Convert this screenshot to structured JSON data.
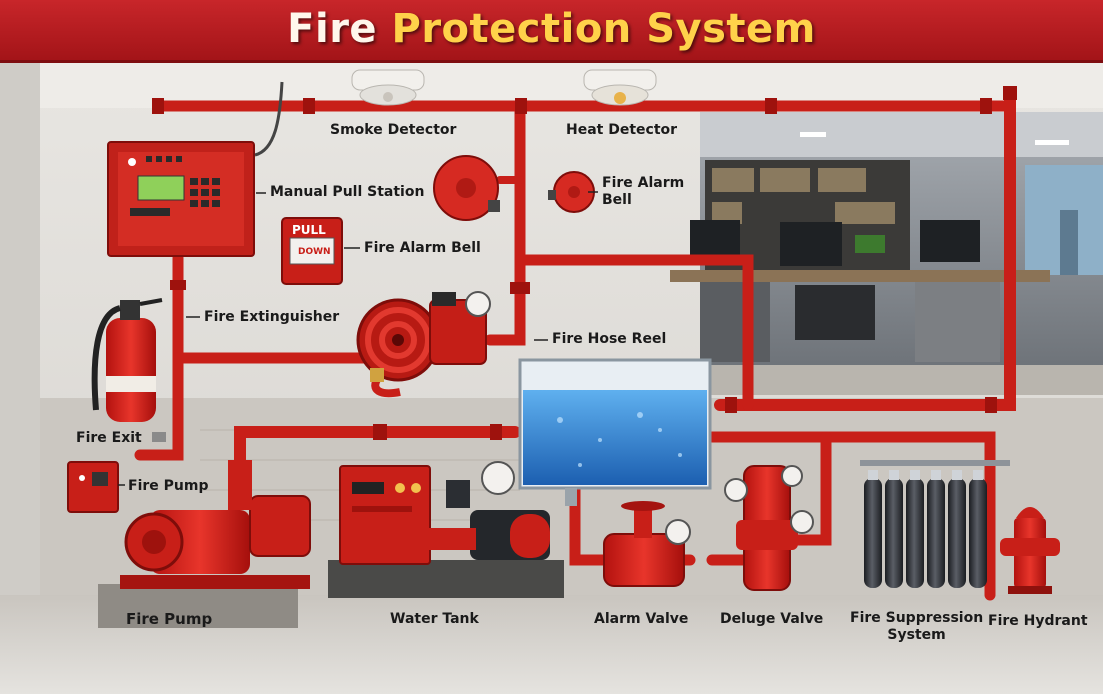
{
  "title": {
    "part1": "Fire ",
    "part2": "Protection System"
  },
  "components": {
    "smoke_detector": "Smoke Detector",
    "heat_detector": "Heat Detector",
    "manual_pull_station": "Manual Pull Station",
    "fire_alarm_bell_upper": "Fire Alarm\nBell",
    "fire_alarm_bell_lower": "Fire Alarm Bell",
    "fire_extinguisher": "Fire Extinguisher",
    "fire_hose_reel": "Fire Hose Reel",
    "fire_exit": "Fire Exit",
    "fire_pump_upper": "Fire Pump",
    "fire_pump_base": "Fire Pump",
    "water_tank": "Water Tank",
    "alarm_valve": "Alarm Valve",
    "deluge_valve": "Deluge Valve",
    "fire_suppression_system": "Fire Suppression\nSystem",
    "fire_hydrant": "Fire Hydrant"
  },
  "pull_station_text": {
    "top": "PULL",
    "bottom": "DOWN"
  },
  "colors": {
    "pipe": "#d0231c",
    "banner": "#b81b1f",
    "title_accent": "#ffd24a",
    "water": "#2f86d8"
  }
}
